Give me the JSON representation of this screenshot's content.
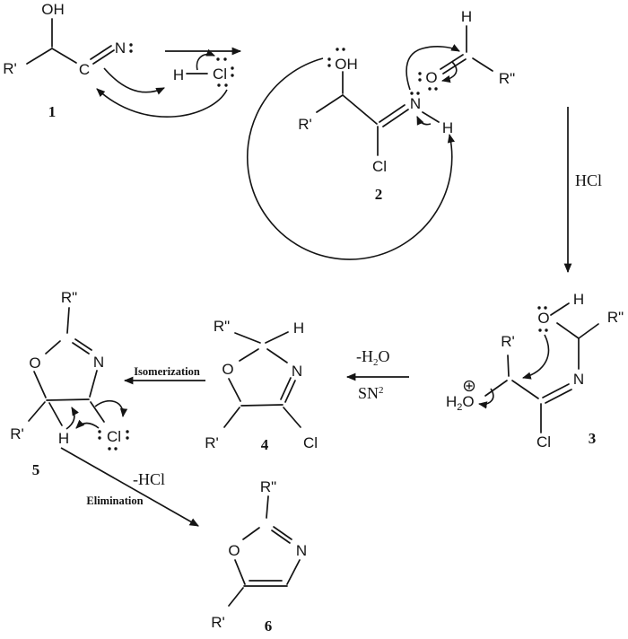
{
  "structures": {
    "s1": {
      "number": "1",
      "oh": "OH",
      "r1": "R'",
      "c": "C",
      "n": "N"
    },
    "hcl_reagent": {
      "h": "H",
      "cl": "Cl"
    },
    "s2": {
      "number": "2",
      "oh": "OH",
      "r1": "R'",
      "n": "N",
      "h": "H",
      "cl": "Cl"
    },
    "aldehyde": {
      "h": "H",
      "o": "O",
      "r2": "R\""
    },
    "s3": {
      "number": "3",
      "h": "H",
      "o": "O",
      "r2": "R\"",
      "r1": "R'",
      "n": "N",
      "cl": "Cl",
      "h2o_h": "H",
      "h2o_sub": "2",
      "h2o_o": "O"
    },
    "s4": {
      "number": "4",
      "r2": "R\"",
      "h": "H",
      "o": "O",
      "n": "N",
      "r1": "R'",
      "cl": "Cl"
    },
    "s5": {
      "number": "5",
      "r2": "R\"",
      "o": "O",
      "n": "N",
      "r1": "R'",
      "h": "H",
      "cl": "Cl"
    },
    "s6": {
      "number": "6",
      "r2": "R\"",
      "o": "O",
      "n": "N",
      "r1": "R'"
    }
  },
  "arrows": {
    "hcl_label": "HCl",
    "dehydration_h": "-H",
    "dehydration_sub": "2",
    "dehydration_o": "O",
    "sn2_base": "SN",
    "sn2_sup": "2",
    "isomerization": "Isomerization",
    "elimination_hcl": "-HCl",
    "elimination": "Elimination"
  }
}
